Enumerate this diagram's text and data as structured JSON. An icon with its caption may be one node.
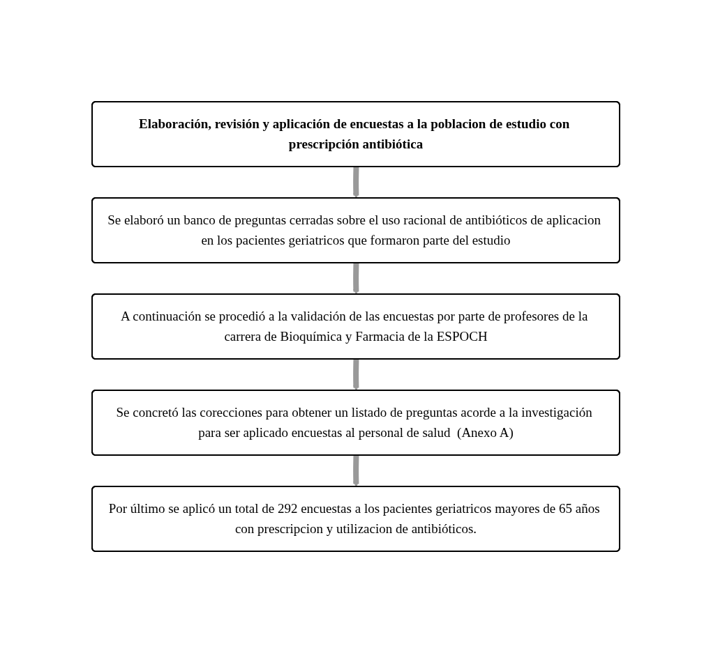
{
  "diagram": {
    "nodes": [
      {
        "text": [
          "Elaboración, revisión y aplicación de encuestas a la poblacion de estudio con prescripción antibiótica"
        ]
      },
      {
        "text": [
          "Se elaboró un banco de preguntas cerradas sobre el uso racional de antibióticos de aplicacion en los pacientes geriatricos que formaron parte del estudio"
        ]
      },
      {
        "text": [
          "A continuación se procedió a la validación de las encuestas por parte de profesores de la carrera de Bioquímica y Farmacia de la ESPOCH"
        ]
      },
      {
        "text": [
          "Se concretó las corecciones para obtener un listado de preguntas acorde a la investigación para ser aplicado encuestas al personal de salud  (Anexo A)"
        ]
      },
      {
        "text": [
          "Por último se aplicó un total de 292 encuestas a los pacientes geriatricos mayores de 65 años con prescripcion y utilizacion de antibióticos."
        ]
      }
    ],
    "edges": [
      {
        "from": 0,
        "to": 1,
        "arrow": "to"
      },
      {
        "from": 1,
        "to": 2,
        "arrow": "to"
      },
      {
        "from": 2,
        "to": 3,
        "arrow": "to"
      },
      {
        "from": 3,
        "to": 4,
        "arrow": "to"
      }
    ]
  }
}
